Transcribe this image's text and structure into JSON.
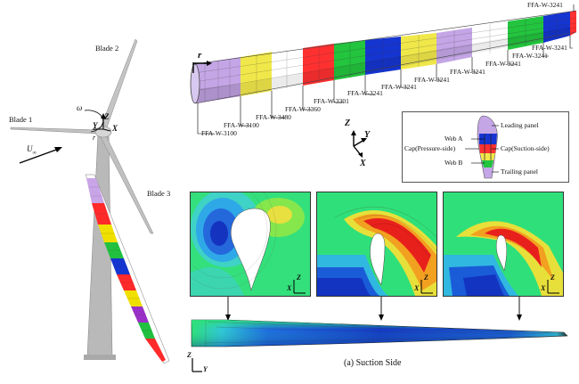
{
  "turbine": {
    "blade1": "Blade 1",
    "blade2": "Blade 2",
    "blade3": "Blade 3",
    "omega": "ω",
    "y": "Y",
    "z": "Z",
    "x": "X",
    "r": "r",
    "uinf": "U"
  },
  "blade_top": {
    "r_label": "r",
    "airfoils": [
      "FFA-W-3241",
      "FFA-W-3241",
      "FFA-W-3241",
      "FFA-W-3241",
      "FFA-W-3241",
      "FFA-W-3241",
      "FFA-W-3241",
      "FFA-W-3241",
      "FFA-W-3301",
      "FFA-W-3360",
      "FFA-W-3480",
      "FFA-W-3100",
      "FFA-W-3100"
    ]
  },
  "axes_mid": {
    "z": "Z",
    "y": "Y",
    "x": "X"
  },
  "section_legend": {
    "leading_panel": "Leading panel",
    "web_a": "Web A",
    "cap_pressure": "Cap(Pressure-side)",
    "cap_suction": "Cap(Suction-side)",
    "web_b": "Web B",
    "trailing_panel": "Trailing panel"
  },
  "contour_axes": {
    "z": "Z",
    "x": "X"
  },
  "bottom_axes": {
    "z": "Z",
    "y": "Y"
  },
  "caption": "(a) Suction Side",
  "colors": {
    "contour_green": "#2fe07a",
    "contour_red": "#e8201c",
    "contour_blue": "#1234c8",
    "tower_gray": "#b8b8b8"
  }
}
